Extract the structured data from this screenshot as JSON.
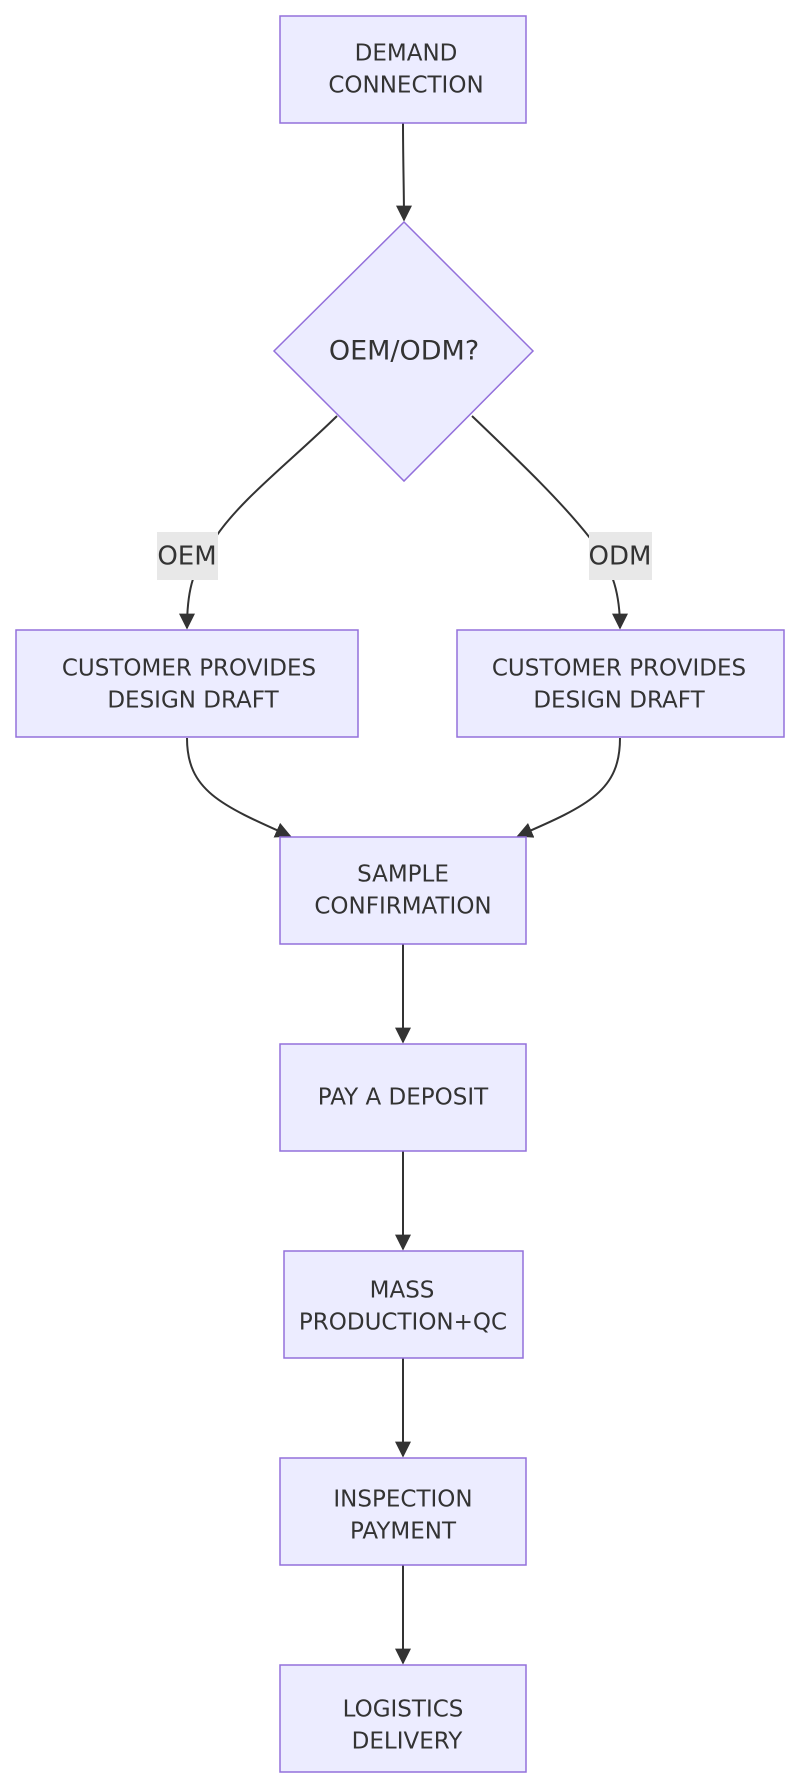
{
  "diagram": {
    "nodes": {
      "demand": [
        "DEMAND",
        "CONNECTION"
      ],
      "decision": "OEM/ODM?",
      "oem_step": [
        "CUSTOMER PROVIDES",
        "DESIGN DRAFT"
      ],
      "odm_step": [
        "CUSTOMER PROVIDES",
        "DESIGN DRAFT"
      ],
      "sample": [
        "SAMPLE",
        "CONFIRMATION"
      ],
      "deposit": [
        "PAY A DEPOSIT"
      ],
      "production": [
        "MASS",
        "PRODUCTION+QC"
      ],
      "inspection": [
        "INSPECTION",
        "PAYMENT"
      ],
      "delivery": [
        "LOGISTICS",
        "DELIVERY"
      ]
    },
    "edge_labels": {
      "oem": "OEM",
      "odm": "ODM"
    }
  },
  "colors": {
    "node_fill": "#ececff",
    "node_stroke": "#9370db",
    "edge": "#333333",
    "edge_label_bg": "#e8e8e8"
  }
}
